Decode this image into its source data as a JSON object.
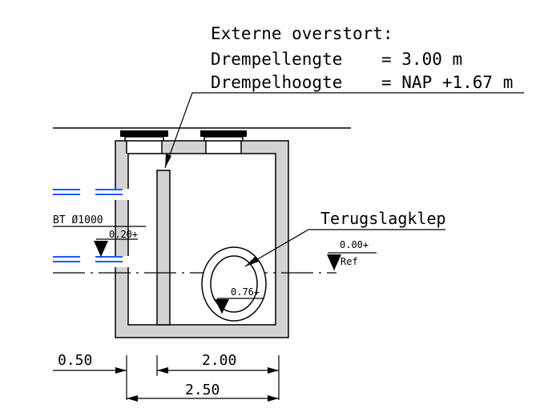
{
  "annotation": {
    "line1": "Externe overstort:",
    "line2_label": "Drempellengte",
    "line2_value": "= 3.00 m",
    "line3_label": "Drempelhoogte",
    "line3_value": "= NAP +1.67 m"
  },
  "pipe_label": "BT Ø1000",
  "level_left": "0.20+",
  "valve_label": "Terugslagklep",
  "level_right_value": "0.00+",
  "level_right_ref": "Ref",
  "level_inner": "0.76+",
  "dimensions": {
    "left": "0.50",
    "inner": "2.00",
    "total": "2.50"
  },
  "colors": {
    "concrete": "#d3d3d3",
    "line": "#000000",
    "water": "#1e5bff"
  }
}
